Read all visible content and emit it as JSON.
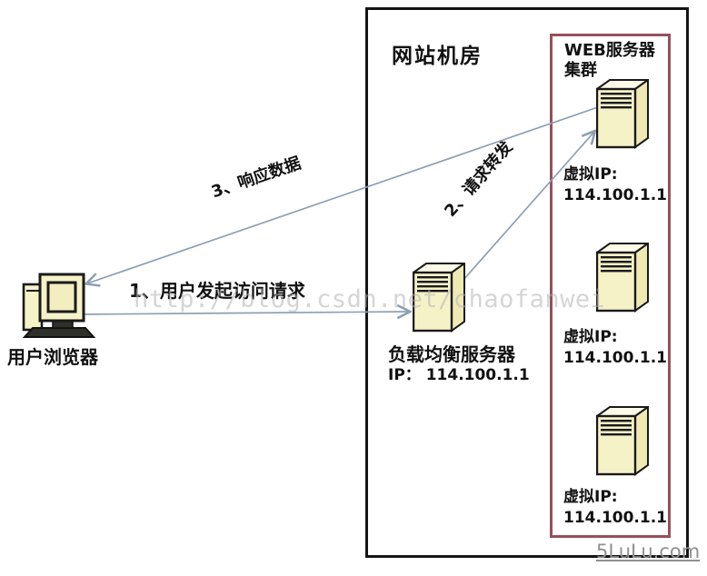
{
  "room": {
    "title": "网站机房"
  },
  "cluster": {
    "title": "WEB服务器集群",
    "servers": [
      {
        "vip_line1": "虚拟IP:",
        "vip_line2": "114.100.1.1"
      },
      {
        "vip_line1": "虚拟IP:",
        "vip_line2": "114.100.1.1"
      },
      {
        "vip_line1": "虚拟IP:",
        "vip_line2": "114.100.1.1"
      }
    ]
  },
  "load_balancer": {
    "name": "负载均衡服务器",
    "ip": "IP： 114.100.1.1"
  },
  "user": {
    "label": "用户浏览器"
  },
  "flows": {
    "request": "1、用户发起访问请求",
    "forward": "2、请求转发",
    "response": "3、响应数据"
  },
  "watermarks": {
    "center": "http://blog.csdn.net/chaofanwei",
    "corner": "5LuLu.com"
  },
  "icons": {
    "user_computer": "desktop-computer-icon",
    "server": "tower-server-icon"
  },
  "colors": {
    "room_border": "#141414",
    "cluster_border": "#96505a",
    "arrow": "#8e9fb3",
    "server_front": "#f6f2c8",
    "server_top": "#fdfbe8",
    "server_side": "#efeab4",
    "watermark": "#b4b4b4"
  }
}
